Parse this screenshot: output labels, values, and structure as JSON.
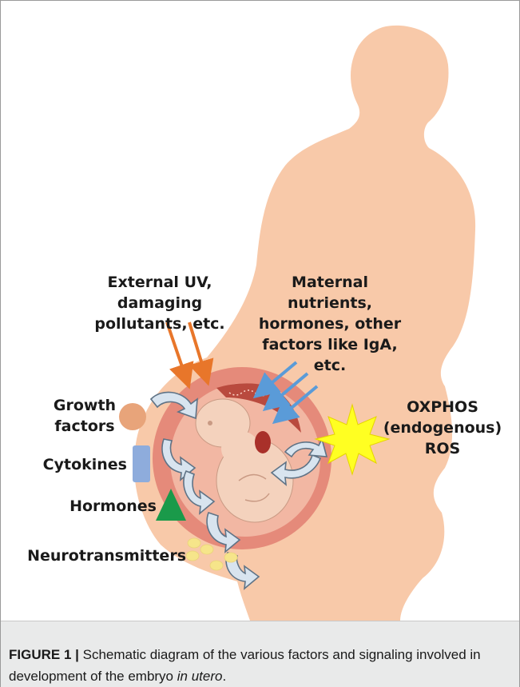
{
  "labels": {
    "external_line1": "External UV,",
    "external_line2": "damaging",
    "external_line3": "pollutants, etc.",
    "maternal_line1": "Maternal",
    "maternal_line2": "nutrients,",
    "maternal_line3": "hormones, other",
    "maternal_line4": "factors like IgA,",
    "maternal_line5": "etc.",
    "oxphos_line1": "OXPHOS",
    "oxphos_line2": "(endogenous)",
    "oxphos_line3": "ROS",
    "growth_line1": "Growth",
    "growth_line2": "factors",
    "cytokines": "Cytokines",
    "hormones": "Hormones",
    "neurotransmitters": "Neurotransmitters"
  },
  "caption": {
    "label": "FIGURE 1 |",
    "text_before": " Schematic diagram of the various factors and signaling involved in development of the embryo ",
    "text_italic": "in utero",
    "text_after": "."
  },
  "colors": {
    "silhouette": "#f8c9a9",
    "uterus_wall": "#e58a7a",
    "embryo": "#f4d2bd",
    "placenta": "#b94a3e",
    "orange_arrow": "#e8762a",
    "blue_arrow": "#5a9bd8",
    "circle": "#e8a47a",
    "cytokine": "#8eacdc",
    "triangle": "#1a9a4a",
    "neuro_dots": "#f6e58a",
    "star": "#ffff22",
    "curved_arrow_fill": "#d8e4ef",
    "curved_arrow_stroke": "#5f7386"
  }
}
